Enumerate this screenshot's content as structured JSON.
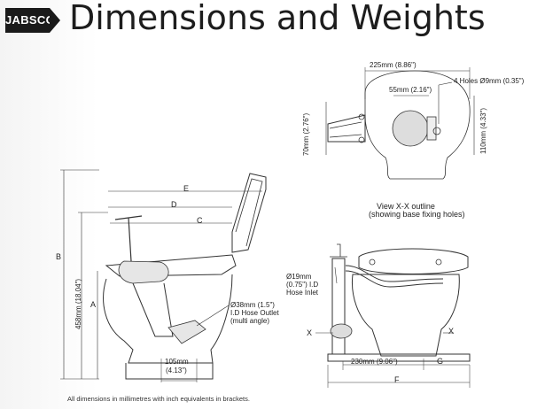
{
  "brand": {
    "logo_text": "JABSCO"
  },
  "page": {
    "title": "Dimensions and Weights"
  },
  "plan_view": {
    "dim_width": "225mm (8.86\")",
    "dim_inner": "55mm (2.16\")",
    "holes": "4 Holes Ø9mm (0.35\")",
    "dim_left_height": "70mm (2.76\")",
    "dim_right_height": "110mm (4.33\")",
    "caption_line1": "View X-X outline",
    "caption_line2": "(showing base fixing holes)"
  },
  "side_view": {
    "label_e": "E",
    "label_d": "D",
    "label_c": "C",
    "label_b": "B",
    "label_a": "A",
    "dim_height": "458mm (18.04\")",
    "outlet_line1": "Ø38mm (1.5\")",
    "outlet_line2": "I.D Hose Outlet",
    "outlet_line3": "(multi angle)",
    "dim_bottom_line1": "105mm",
    "dim_bottom_line2": "(4.13\")"
  },
  "front_view": {
    "inlet_line1": "Ø19mm",
    "inlet_line2": "(0.75\") I.D",
    "inlet_line3": "Hose Inlet",
    "label_x_left": "X",
    "label_x_right": "X",
    "dim_base": "230mm (9.06\")",
    "label_g": "G",
    "label_f": "F"
  },
  "footnote": "All dimensions in millimetres with inch equivalents in brackets."
}
